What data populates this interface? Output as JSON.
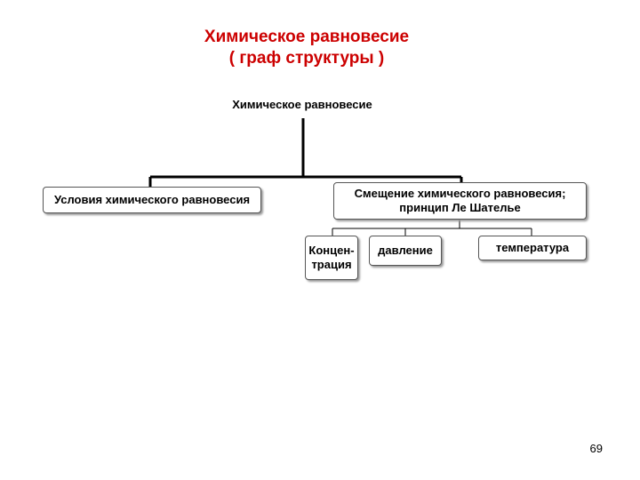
{
  "title": {
    "line1": "Химическое равновесие",
    "line2": "( граф структуры )"
  },
  "colors": {
    "title": "#cc0000",
    "lines": "#000000",
    "box_border": "#555555",
    "box_shadow": "#9a9a9a"
  },
  "diagram": {
    "root": "Химическое равновесие",
    "level1": {
      "conditions": "Условия химического равновесия",
      "shift_line1": "Смещение химического равновесия;",
      "shift_line2": "принцип Ле Шателье"
    },
    "level2": {
      "concentration_line1": "Концен-",
      "concentration_line2": "трация",
      "pressure": "давление",
      "temperature": "температура"
    }
  },
  "page_number": "69"
}
